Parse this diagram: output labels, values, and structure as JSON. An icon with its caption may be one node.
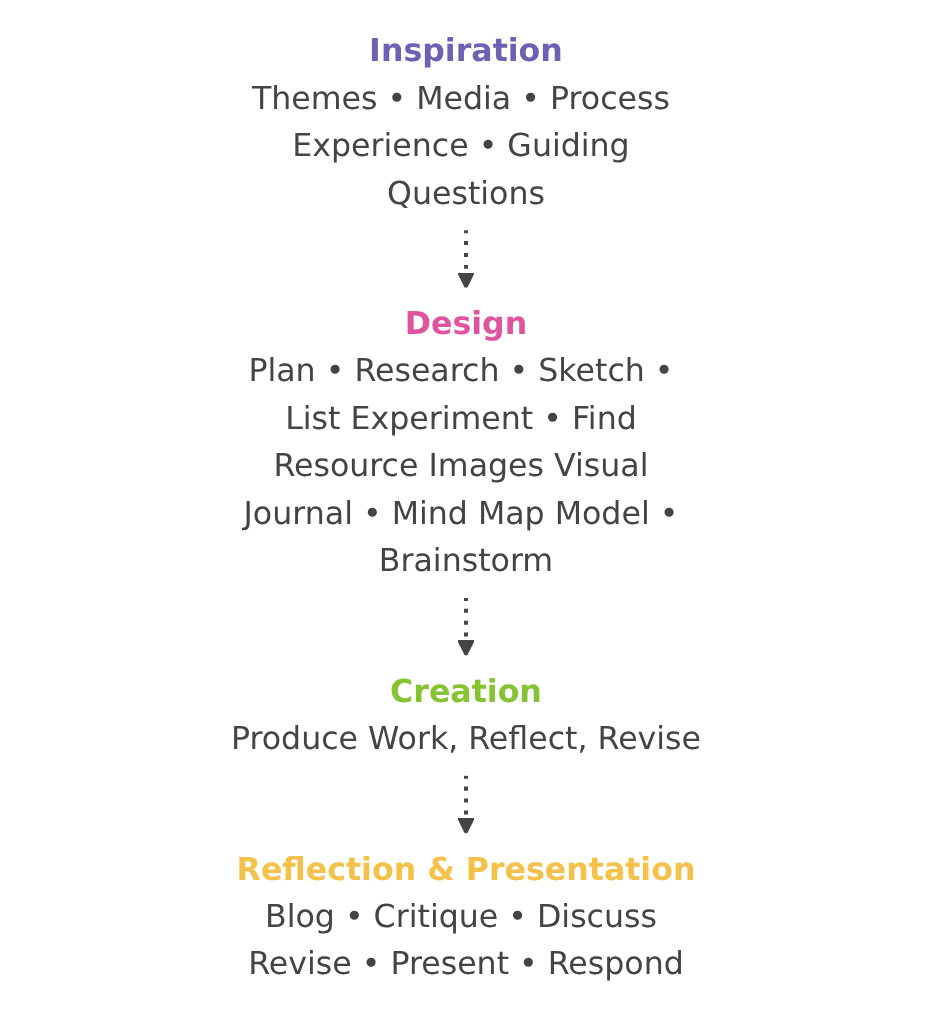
{
  "diagram": {
    "nodes": [
      {
        "text": [
          "Inspiration",
          "Themes • Media • Process Experience • Guiding Questions"
        ]
      },
      {
        "text": [
          "Design",
          "Plan • Research • Sketch • List Experiment • Find Resource Images Visual Journal • Mind Map Model • Brainstorm"
        ]
      },
      {
        "text": [
          "Creation",
          "Produce Work, Reflect, Revise"
        ]
      },
      {
        "text": [
          "Reflection & Presentation",
          "Blog • Critique • Discuss Revise • Present • Respond"
        ]
      }
    ],
    "edges": [
      {
        "from": 0,
        "to": 1,
        "arrow": "to",
        "style": "dashed"
      },
      {
        "from": 1,
        "to": 2,
        "arrow": "to",
        "style": "dashed"
      },
      {
        "from": 2,
        "to": 3,
        "arrow": "to",
        "style": "dashed"
      }
    ]
  }
}
